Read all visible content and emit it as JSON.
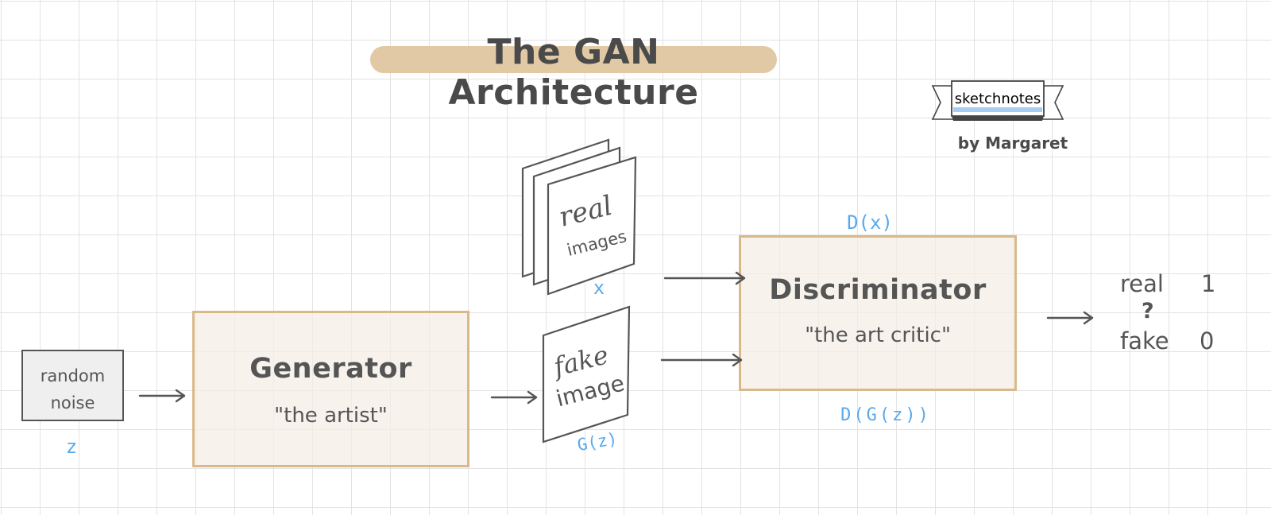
{
  "title": "The GAN Architecture",
  "badge": {
    "label": "sketchnotes",
    "author": "by Margaret"
  },
  "nodes": {
    "noise": {
      "label": "random\nnoise",
      "symbol": "z"
    },
    "generator": {
      "title": "Generator",
      "subtitle": "\"the artist\""
    },
    "real_images": {
      "line1": "real",
      "line2": "images",
      "symbol": "x"
    },
    "fake_image": {
      "line1": "fake",
      "line2": "image",
      "symbol": "G(z)"
    },
    "discriminator": {
      "title": "Discriminator",
      "subtitle": "\"the art critic\"",
      "top_symbol": "D(x)",
      "bottom_symbol": "D(G(z))"
    }
  },
  "output": {
    "real_label": "real",
    "real_value": "1",
    "question": "?",
    "fake_label": "fake",
    "fake_value": "0"
  },
  "colors": {
    "ink": "#555555",
    "accent_blue": "#5aa9ec",
    "block_border": "#d9b98c",
    "block_fill": "#f5ede4",
    "title_highlight": "#e2c9a6"
  }
}
